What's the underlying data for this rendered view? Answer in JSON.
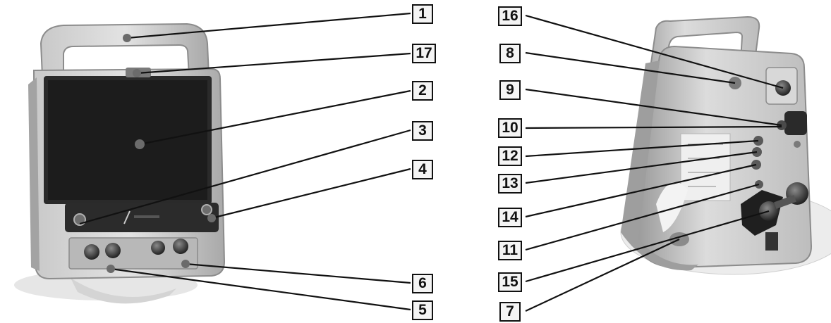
{
  "diagram": {
    "callouts": [
      "1",
      "17",
      "2",
      "3",
      "4",
      "6",
      "5",
      "16",
      "8",
      "9",
      "10",
      "12",
      "13",
      "14",
      "11",
      "15",
      "7"
    ]
  },
  "colors": {
    "device_body": "#b9b9b9",
    "screen": "#1f1f1f",
    "leader_line": "#111111",
    "background": "#ffffff"
  }
}
